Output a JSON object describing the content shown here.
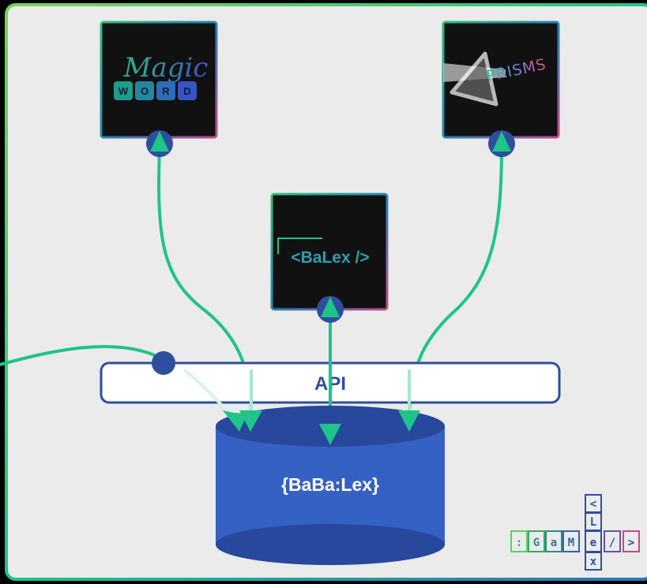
{
  "colors": {
    "background": "#ebebeb",
    "panel_black": "#111111",
    "accent_green": "#1ec48a",
    "database_blue": "#3561c4",
    "database_top": "#27489c",
    "node_blue": "#2e4f9e",
    "api_border": "#2e4f9e"
  },
  "nodes": {
    "magic_word": {
      "line1": "Magic",
      "tiles": [
        "W",
        "O",
        "R",
        "D"
      ]
    },
    "prisms": {
      "label": "PRISMS"
    },
    "balex": {
      "label": "<BaLex />"
    }
  },
  "api": {
    "label": "API"
  },
  "database": {
    "label": "{BaBa:Lex}"
  },
  "logo": {
    "row": [
      ":",
      "G",
      "a",
      "M",
      "e",
      "/",
      ">"
    ],
    "column": [
      "<",
      "L",
      "e",
      "x"
    ]
  }
}
